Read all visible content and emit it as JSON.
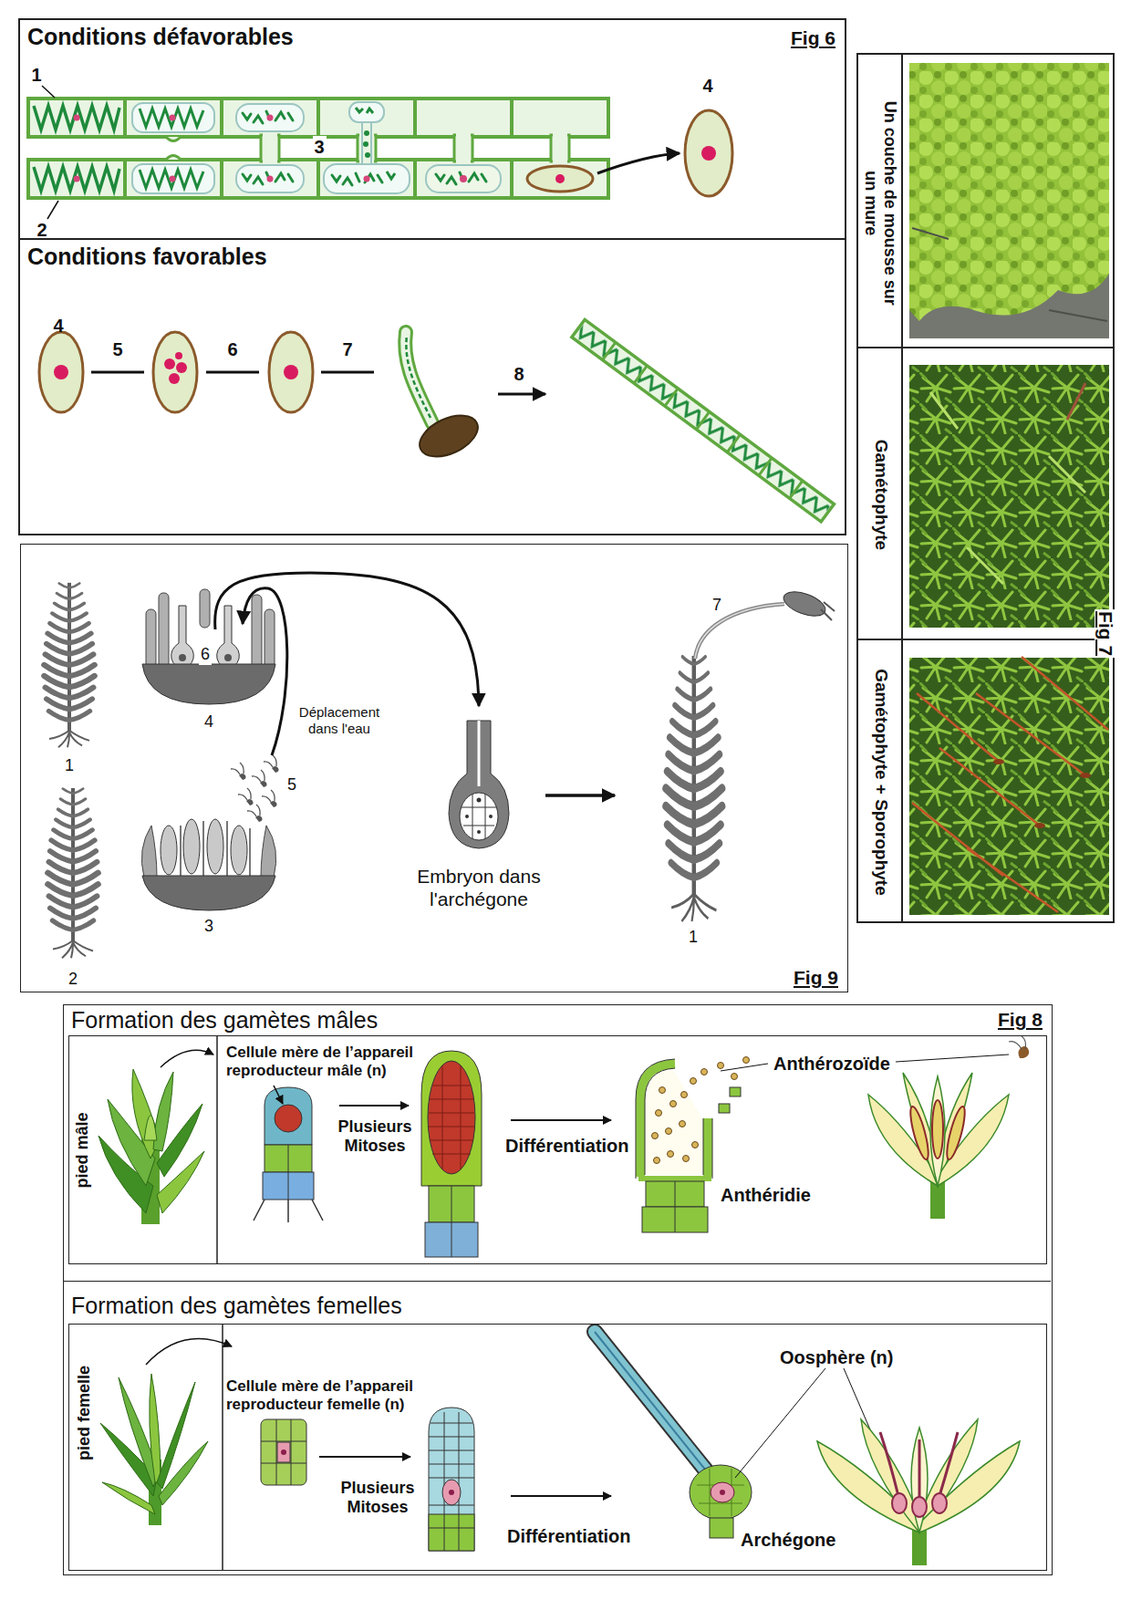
{
  "diagram": {
    "nodes": [
      {
        "text": [
          "Conditions défavorables",
          "Fig 6"
        ]
      },
      {
        "text": [
          "Conditions favorables"
        ]
      },
      {
        "text": [
          "Un couche de mousse sur un mure"
        ]
      },
      {
        "text": [
          "Gamétophyte"
        ]
      },
      {
        "text": [
          "Gamétophyte + Sporophyte"
        ]
      },
      {
        "text": [
          "Fig 9"
        ]
      },
      {
        "text": [
          "Fig 8"
        ]
      },
      {
        "text": [
          "Formation des gamètes mâles"
        ],
        "in": 6
      },
      {
        "text": [
          "pied mâle"
        ],
        "in": 7
      },
      {
        "text": [
          "Formation des gamètes femelles"
        ],
        "in": 6
      },
      {
        "text": [
          "pied femelle"
        ],
        "in": 9
      }
    ],
    "labels": [
      "1",
      "2",
      "3",
      "4",
      "4",
      "5",
      "6",
      "7",
      "8",
      "Fig 7",
      "1",
      "2",
      "3",
      "4",
      "5",
      "6",
      "Déplacement dans l'eau",
      "Embryon dans l'archégone",
      "7",
      "1",
      "Cellule mère de l’appareil reproducteur mâle (n)",
      "Plusieurs Mitoses",
      "Différentiation",
      "Anthérozoïde",
      "Anthéridie",
      "Cellule mère de l’appareil reproducteur femelle (n)",
      "Plusieurs Mitoses",
      "Différentiation",
      "Oosphère (n)",
      "Archégone"
    ]
  }
}
